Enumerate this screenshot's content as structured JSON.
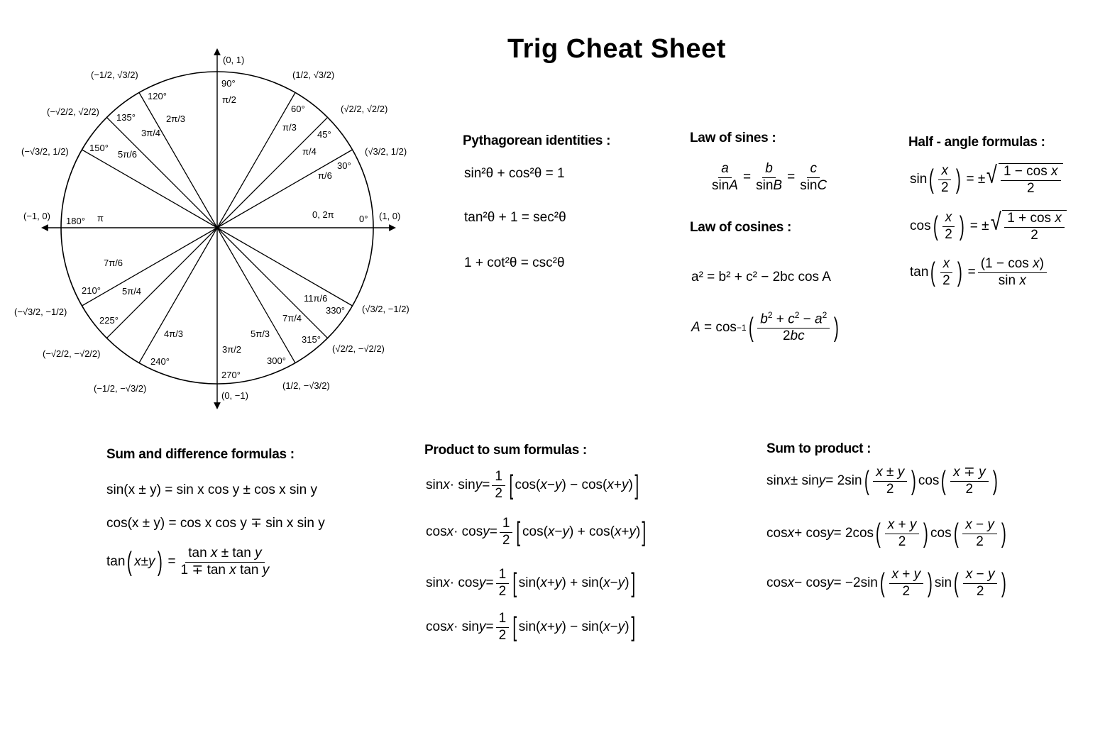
{
  "title": "Trig Cheat Sheet",
  "unit_circle": {
    "axis_points": {
      "top": "(0, 1)",
      "bottom": "(0, −1)",
      "left": "(−1, 0)",
      "right": "(1, 0)"
    },
    "angles": [
      {
        "deg": "0°",
        "rad": "0, 2π",
        "coord": "(1, 0)"
      },
      {
        "deg": "30°",
        "rad": "π/6",
        "coord": "(√3/2, 1/2)"
      },
      {
        "deg": "45°",
        "rad": "π/4",
        "coord": "(√2/2, √2/2)"
      },
      {
        "deg": "60°",
        "rad": "π/3",
        "coord": "(1/2, √3/2)"
      },
      {
        "deg": "90°",
        "rad": "π/2",
        "coord": "(0, 1)"
      },
      {
        "deg": "120°",
        "rad": "2π/3",
        "coord": "(−1/2, √3/2)"
      },
      {
        "deg": "135°",
        "rad": "3π/4",
        "coord": "(−√2/2, √2/2)"
      },
      {
        "deg": "150°",
        "rad": "5π/6",
        "coord": "(−√3/2, 1/2)"
      },
      {
        "deg": "180°",
        "rad": "π",
        "coord": "(−1, 0)"
      },
      {
        "deg": "210°",
        "rad": "7π/6",
        "coord": "(−√3/2, −1/2)"
      },
      {
        "deg": "225°",
        "rad": "5π/4",
        "coord": "(−√2/2, −√2/2)"
      },
      {
        "deg": "240°",
        "rad": "4π/3",
        "coord": "(−1/2, −√3/2)"
      },
      {
        "deg": "270°",
        "rad": "3π/2",
        "coord": "(0, −1)"
      },
      {
        "deg": "300°",
        "rad": "5π/3",
        "coord": "(1/2, −√3/2)"
      },
      {
        "deg": "315°",
        "rad": "7π/4",
        "coord": "(√2/2, −√2/2)"
      },
      {
        "deg": "330°",
        "rad": "11π/6",
        "coord": "(√3/2, −1/2)"
      }
    ]
  },
  "pythagorean": {
    "heading": "Pythagorean identities :",
    "formulas": [
      "sin²θ + cos²θ = 1",
      "tan²θ + 1 = sec²θ",
      "1 + cot²θ = csc²θ"
    ]
  },
  "law_of_sines": {
    "heading": "Law of sines :",
    "formula": "a/sinA = b/sinB = c/sinC"
  },
  "law_of_cosines": {
    "heading": "Law of cosines :",
    "formulas": [
      "a² = b² + c² − 2bc cos A",
      "A = cos⁻¹((b² + c² − a²)/2bc)"
    ]
  },
  "half_angle": {
    "heading": "Half - angle formulas :",
    "formulas": [
      "sin(x/2) = ±√((1 − cos x)/2)",
      "cos(x/2) = ±√((1 + cos x)/2)",
      "tan(x/2) = (1 − cos x)/sin x"
    ]
  },
  "sum_difference": {
    "heading": "Sum and difference formulas :",
    "formulas": [
      "sin(x ± y) = sin x cos y ± cos x sin y",
      "cos(x ± y) = cos x cos y ∓ sin x sin y",
      "tan(x ± y) = (tan x ± tan y)/(1 ∓ tan x tan y)"
    ]
  },
  "product_to_sum": {
    "heading": "Product to sum formulas :",
    "formulas": [
      "sin x · sin y = 1/2[cos(x − y) − cos(x + y)]",
      "cos x · cos y = 1/2[cos(x − y) + cos(x + y)]",
      "sin x · cos y = 1/2[sin(x + y) + sin(x − y)]",
      "cos x · sin y = 1/2[sin(x + y) − sin(x − y)]"
    ]
  },
  "sum_to_product": {
    "heading": "Sum to product :",
    "formulas": [
      "sin x ± sin y = 2sin((x ± y)/2)cos((x ∓ y)/2)",
      "cos x + cos y = 2cos((x + y)/2)cos((x − y)/2)",
      "cos x − cos y = −2sin((x + y)/2)sin((x − y)/2)"
    ]
  }
}
